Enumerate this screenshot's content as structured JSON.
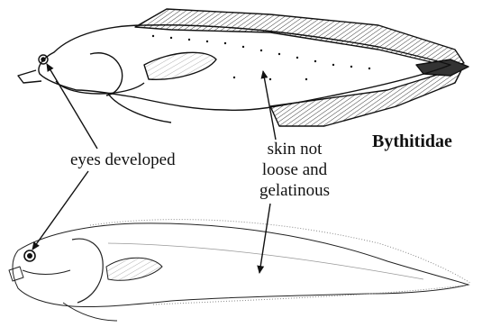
{
  "figure": {
    "family_label": "Bythitidae",
    "eye_label": "eyes developed",
    "skin_label_lines": [
      "skin not",
      "loose and",
      "gelatinous"
    ]
  },
  "icons": {
    "upper_fish": "bythitid-fish-illustration",
    "lower_fish": "bythitid-fish-illustration",
    "arrows": "pointer-arrow"
  },
  "colors": {
    "ink": "#111111",
    "background": "#ffffff"
  }
}
